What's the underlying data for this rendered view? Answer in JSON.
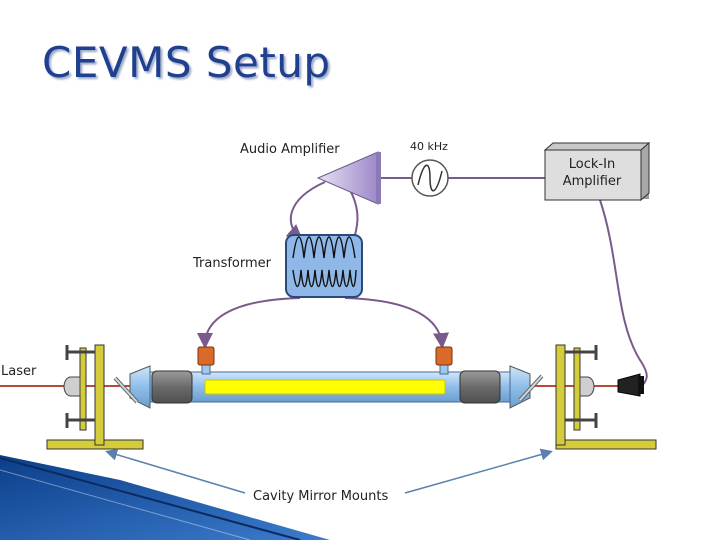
{
  "title": "CEVMS Setup",
  "labels": {
    "audio_amplifier": "Audio Amplifier",
    "frequency": "40 kHz",
    "lock_in_line1": "Lock-In",
    "lock_in_line2": "Amplifier",
    "transformer": "Transformer",
    "laser": "Laser",
    "cavity_mirror_mounts": "Cavity Mirror Mounts"
  },
  "colors": {
    "title": "#1f3f8f",
    "laser_beam": "#b84a3a",
    "wire": "#7a5a8a",
    "tube": "#9fc8ee",
    "plasma": "#ffff00",
    "mount": "#d4cc3a",
    "electrode": "#d86a2a",
    "transformer": "#8fb8e8",
    "amplifier": "#b9a6d8",
    "lockin_box": "#dedede",
    "pointer_arrow": "#5a7fb0"
  }
}
